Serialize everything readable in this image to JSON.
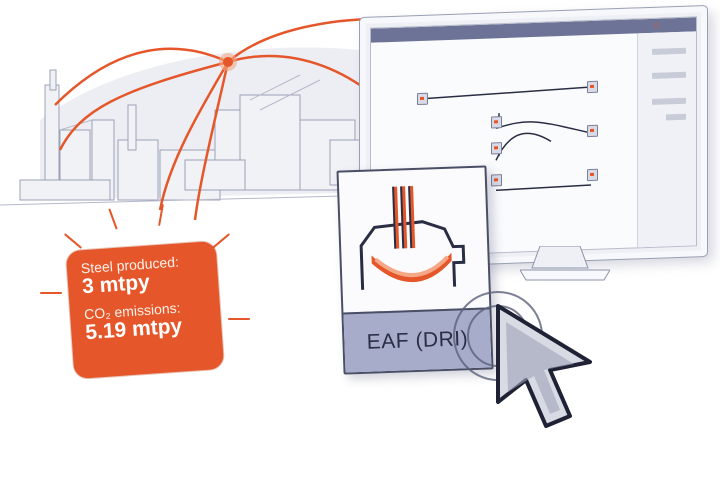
{
  "stat_badge": {
    "steel_label": "Steel produced:",
    "steel_value": "3 mtpy",
    "co2_label": "CO₂ emissions:",
    "co2_value": "5.19 mtpy"
  },
  "process_card": {
    "label": "EAF (DRI)"
  },
  "colors": {
    "accent": "#e5572a",
    "line_dark": "#2a2e44",
    "panel": "#a7accb",
    "sketch": "#c9ccdc"
  },
  "icons": {
    "close": "close-icon",
    "cursor": "mouse-cursor-icon",
    "furnace": "electric-arc-furnace-icon"
  }
}
